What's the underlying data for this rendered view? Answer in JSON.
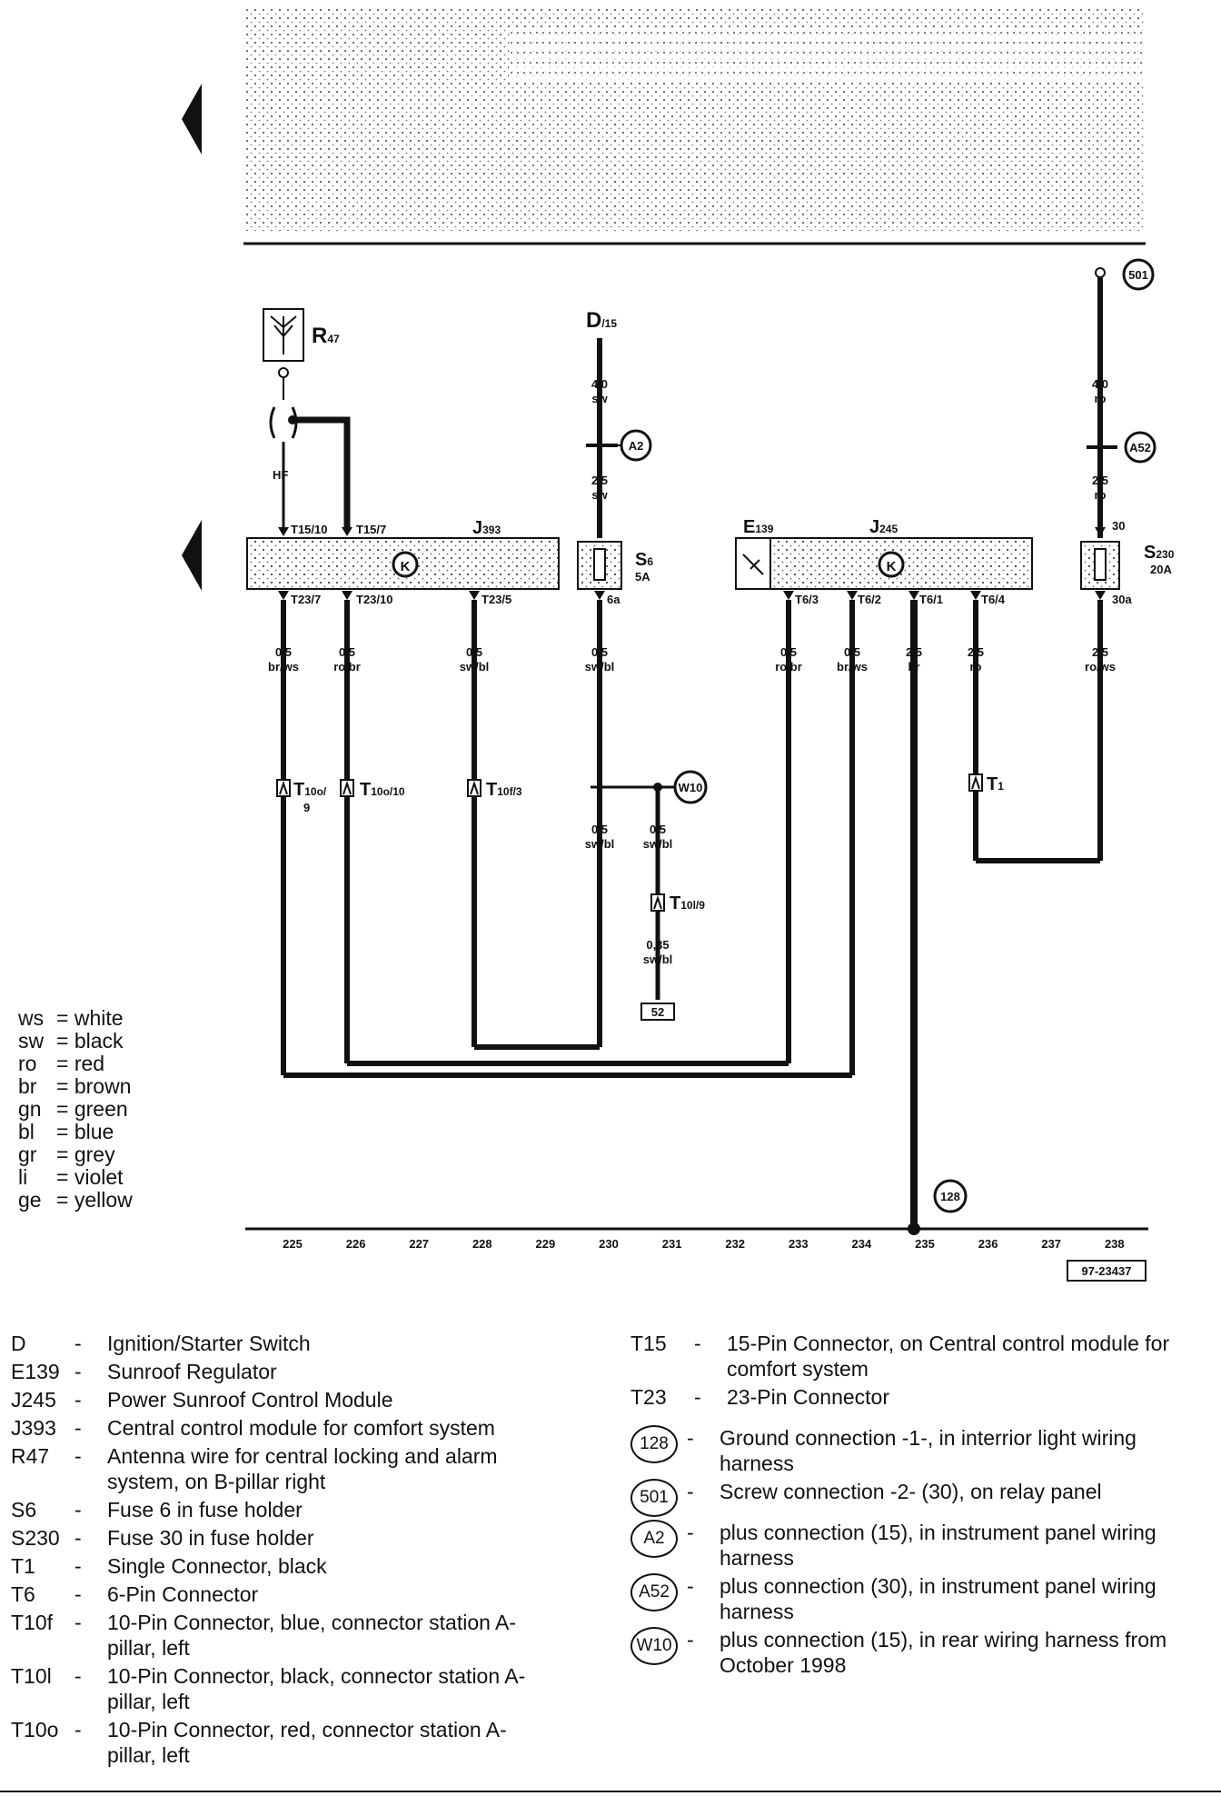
{
  "components": {
    "R47": {
      "label": "R",
      "sub": "47"
    },
    "D15": {
      "label": "D",
      "sub": "/15"
    },
    "J393": {
      "label": "J",
      "sub": "393"
    },
    "J245": {
      "label": "J",
      "sub": "245"
    },
    "E139": {
      "label": "E",
      "sub": "139"
    },
    "S6": {
      "label": "S",
      "sub": "6",
      "rating": "5A"
    },
    "S230": {
      "label": "S",
      "sub": "230",
      "rating": "20A"
    },
    "K": "K",
    "HF": "HF"
  },
  "pins": {
    "t15_10": "T15/10",
    "t15_7": "T15/7",
    "t23_7": "T23/7",
    "t23_10": "T23/10",
    "t23_5": "T23/5",
    "p6a": "6a",
    "p30": "30",
    "p30a": "30a",
    "t6_3": "T6/3",
    "t6_2": "T6/2",
    "t6_1": "T6/1",
    "t6_4": "T6/4"
  },
  "wires": {
    "w_d15": {
      "size": "4,0",
      "color": "sw"
    },
    "w_a2_s6": {
      "size": "2,5",
      "color": "sw"
    },
    "w_501": {
      "size": "4,0",
      "color": "ro"
    },
    "w_a52_s230": {
      "size": "2,5",
      "color": "ro"
    },
    "w225": {
      "size": "0,5",
      "color": "br/ws"
    },
    "w226": {
      "size": "0,5",
      "color": "ro/br"
    },
    "w228": {
      "size": "0,5",
      "color": "sw/bl"
    },
    "w230": {
      "size": "0,5",
      "color": "sw/bl"
    },
    "w233": {
      "size": "0,5",
      "color": "ro/br"
    },
    "w234": {
      "size": "0,5",
      "color": "br/ws"
    },
    "w235": {
      "size": "2,5",
      "color": "br"
    },
    "w236": {
      "size": "2,5",
      "color": "ro"
    },
    "w238": {
      "size": "2,5",
      "color": "ro/ws"
    },
    "w_lower230": {
      "size": "0,5",
      "color": "sw/bl"
    },
    "w_lower231": {
      "size": "0,5",
      "color": "sw/bl"
    },
    "w_t10l": {
      "size": "0,35",
      "color": "sw/bl"
    }
  },
  "connectors": {
    "t10o9": {
      "main": "T",
      "sub": "10o/",
      "sub2": "9"
    },
    "t10o10": {
      "main": "T",
      "sub": "10o/10"
    },
    "t10f3": {
      "main": "T",
      "sub": "10f/3"
    },
    "t10l9": {
      "main": "T",
      "sub": "10l/9"
    },
    "t1": {
      "main": "T",
      "sub": "1"
    }
  },
  "circles": {
    "c501": "501",
    "cA2": "A2",
    "cA52": "A52",
    "cW10": "W10",
    "c128": "128"
  },
  "box52": "52",
  "tracks": [
    "225",
    "226",
    "227",
    "228",
    "229",
    "230",
    "231",
    "232",
    "233",
    "234",
    "235",
    "236",
    "237",
    "238"
  ],
  "figure_id": "97-23437",
  "color_legend": [
    {
      "code": "ws",
      "name": "white"
    },
    {
      "code": "sw",
      "name": "black"
    },
    {
      "code": "ro",
      "name": "red"
    },
    {
      "code": "br",
      "name": "brown"
    },
    {
      "code": "gn",
      "name": "green"
    },
    {
      "code": "bl",
      "name": "blue"
    },
    {
      "code": "gr",
      "name": "grey"
    },
    {
      "code": "li",
      "name": "violet"
    },
    {
      "code": "ge",
      "name": "yellow"
    }
  ],
  "definitions_left": [
    {
      "code": "D",
      "text": "Ignition/Starter Switch"
    },
    {
      "code": "E139",
      "text": "Sunroof Regulator"
    },
    {
      "code": "J245",
      "text": "Power Sunroof Control Module"
    },
    {
      "code": "J393",
      "text": "Central control module for comfort system"
    },
    {
      "code": "R47",
      "text": "Antenna wire for central locking and alarm system, on B-pillar right"
    },
    {
      "code": "S6",
      "text": "Fuse 6 in fuse holder"
    },
    {
      "code": "S230",
      "text": "Fuse 30 in fuse holder"
    },
    {
      "code": "T1",
      "text": "Single Connector, black"
    },
    {
      "code": "T6",
      "text": "6-Pin Connector"
    },
    {
      "code": "T10f",
      "text": "10-Pin Connector, blue, connector station A-pillar, left"
    },
    {
      "code": "T10l",
      "text": "10-Pin Connector, black, connector station A-pillar, left"
    },
    {
      "code": "T10o",
      "text": "10-Pin Connector, red, connector station A-pillar, left"
    }
  ],
  "definitions_right_text": [
    {
      "code": "T15",
      "text": "15-Pin Connector, on Central control module for comfort system"
    },
    {
      "code": "T23",
      "text": "23-Pin Connector"
    }
  ],
  "definitions_right_circles": [
    {
      "code": "128",
      "text": "Ground connection -1-, in interrior light wiring harness"
    },
    {
      "code": "501",
      "text": "Screw connection -2- (30), on relay panel"
    },
    {
      "code": "A2",
      "text": "plus connection (15), in instrument panel wiring harness"
    },
    {
      "code": "A52",
      "text": "plus connection (30), in instrument panel wiring harness"
    },
    {
      "code": "W10",
      "text": "plus connection (15), in rear wiring harness from October 1998"
    }
  ]
}
